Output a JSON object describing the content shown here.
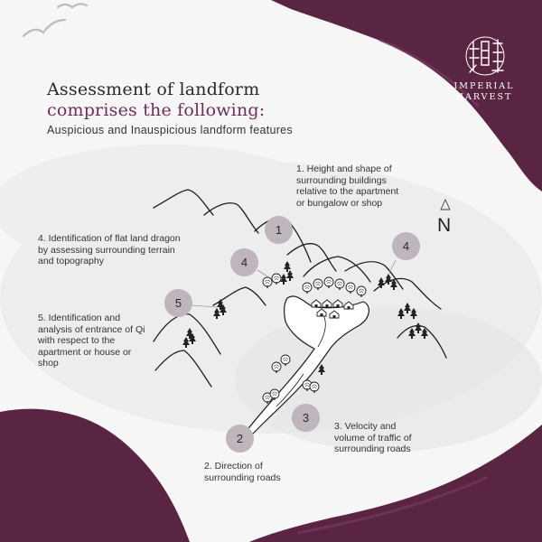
{
  "header": {
    "title": "Assessment of landform",
    "subtitle": "comprises the following:",
    "tagline": "Auspicious and Inauspicious landform features"
  },
  "brand": {
    "name_line1": "IMPERIAL",
    "name_line2": "HARVEST",
    "logo": "calligraphy-seal-logo"
  },
  "compass": {
    "label": "N",
    "icon": "north-arrow-icon"
  },
  "notes": [
    {
      "number": "1",
      "text": "1. Height and shape of\nsurrounding buildings\nrelative to the apartment\nor bungalow or shop"
    },
    {
      "number": "2",
      "text": "2. Direction of\nsurrounding roads"
    },
    {
      "number": "3",
      "text": "3. Velocity and\nvolume of traffic of\nsurrounding roads"
    },
    {
      "number": "4",
      "text": "4. Identification of flat land dragon\nby assessing surrounding terrain\nand topography"
    },
    {
      "number": "5",
      "text": "5. Identification and\nanalysis of entrance of Qi\nwith respect to the\napartment or house or\nshop"
    }
  ],
  "colors": {
    "brand_plum": "#5a2443",
    "subtitle_plum": "#6d2f5a",
    "marker_fill": "#bfb5bd",
    "background": "#f6f6f6"
  }
}
